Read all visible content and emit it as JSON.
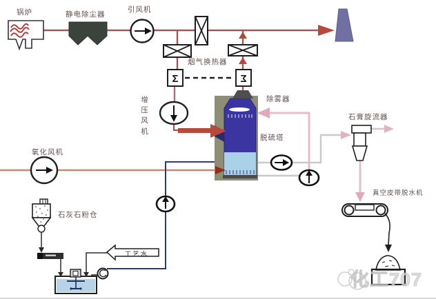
{
  "diagram": {
    "type": "process-flow-diagram",
    "labels": {
      "boiler": "锅炉",
      "esp": "静电除尘器",
      "id_fan": "引风机",
      "flue_gas_heat_exchanger": "烟气换热器",
      "booster_fan": "增压风机",
      "mist_eliminator": "除雾器",
      "absorber_tower": "脱硫塔",
      "gypsum_cyclone": "石膏旋流器",
      "oxidation_fan": "氧化风机",
      "limestone_silo": "石灰石粉仓",
      "process_water": "工艺水",
      "vacuum_belt_dewatering": "真空皮带脱水机"
    },
    "icons": {
      "heat_exchanger_symbol": "Σ"
    },
    "watermark": {
      "text": "化工707",
      "logo": "panda-logo"
    },
    "colors": {
      "flue_gas_line": "#9a5858",
      "red_arrow": "#b5493b",
      "dark_red_arrow": "#93301c",
      "pink_line": "#e7bccb",
      "gray_line": "#c9c9c9",
      "slurry_line": "#2b3a7a",
      "oxidation_air_line": "#c08a74",
      "tower_body": "#3a35a0",
      "tower_pool": "#a9d1e8",
      "tower_backdrop": "#8e8e76",
      "esp_fill": "#3a433c",
      "chimney_fill": "#7070a2"
    }
  }
}
